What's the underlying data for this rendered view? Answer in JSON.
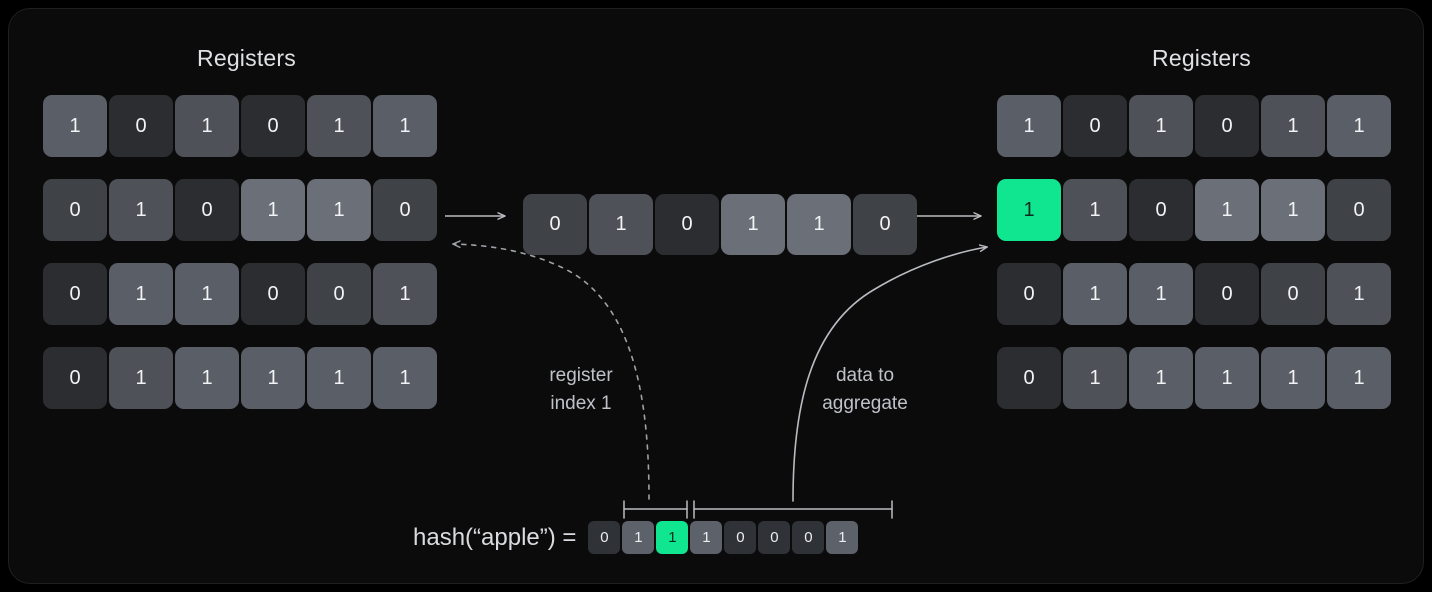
{
  "card": {
    "background": "#0b0b0c",
    "accent": "#10e58f"
  },
  "left_panel": {
    "title": "Registers",
    "rows": [
      {
        "values": [
          "1",
          "0",
          "1",
          "0",
          "1",
          "1"
        ],
        "shades": [
          "s3",
          "s0",
          "s2",
          "s0",
          "s2",
          "s3"
        ]
      },
      {
        "values": [
          "0",
          "1",
          "0",
          "1",
          "1",
          "0"
        ],
        "shades": [
          "s1",
          "s2",
          "s0",
          "s4",
          "s4",
          "s1"
        ]
      },
      {
        "values": [
          "0",
          "1",
          "1",
          "0",
          "0",
          "1"
        ],
        "shades": [
          "s0",
          "s3",
          "s3",
          "s0",
          "s1",
          "s2"
        ]
      },
      {
        "values": [
          "0",
          "1",
          "1",
          "1",
          "1",
          "1"
        ],
        "shades": [
          "s0",
          "s2",
          "s3",
          "s3",
          "s3",
          "s3"
        ]
      }
    ]
  },
  "middle_register": {
    "values": [
      "0",
      "1",
      "0",
      "1",
      "1",
      "0"
    ],
    "shades": [
      "s1",
      "s2",
      "s0",
      "s4",
      "s4",
      "s1"
    ]
  },
  "right_panel": {
    "title": "Registers",
    "rows": [
      {
        "values": [
          "1",
          "0",
          "1",
          "0",
          "1",
          "1"
        ],
        "shades": [
          "s3",
          "s0",
          "s2",
          "s0",
          "s2",
          "s3"
        ]
      },
      {
        "values": [
          "1",
          "1",
          "0",
          "1",
          "1",
          "0"
        ],
        "shades": [
          "sg",
          "s2",
          "s0",
          "s4",
          "s4",
          "s1"
        ]
      },
      {
        "values": [
          "0",
          "1",
          "1",
          "0",
          "0",
          "1"
        ],
        "shades": [
          "s0",
          "s3",
          "s3",
          "s0",
          "s1",
          "s2"
        ]
      },
      {
        "values": [
          "0",
          "1",
          "1",
          "1",
          "1",
          "1"
        ],
        "shades": [
          "s0",
          "s2",
          "s3",
          "s3",
          "s3",
          "s3"
        ]
      }
    ]
  },
  "annotations": {
    "register_index": "register\nindex 1",
    "data_to_aggregate": "data to\naggregate"
  },
  "hash": {
    "label": "hash(“apple”) =",
    "bits": [
      {
        "value": "0",
        "shade": "b0"
      },
      {
        "value": "1",
        "shade": "b1"
      },
      {
        "value": "1",
        "shade": "bg"
      },
      {
        "value": "1",
        "shade": "b1"
      },
      {
        "value": "0",
        "shade": "b0"
      },
      {
        "value": "0",
        "shade": "b0"
      },
      {
        "value": "0",
        "shade": "b0"
      },
      {
        "value": "1",
        "shade": "b1"
      }
    ]
  }
}
